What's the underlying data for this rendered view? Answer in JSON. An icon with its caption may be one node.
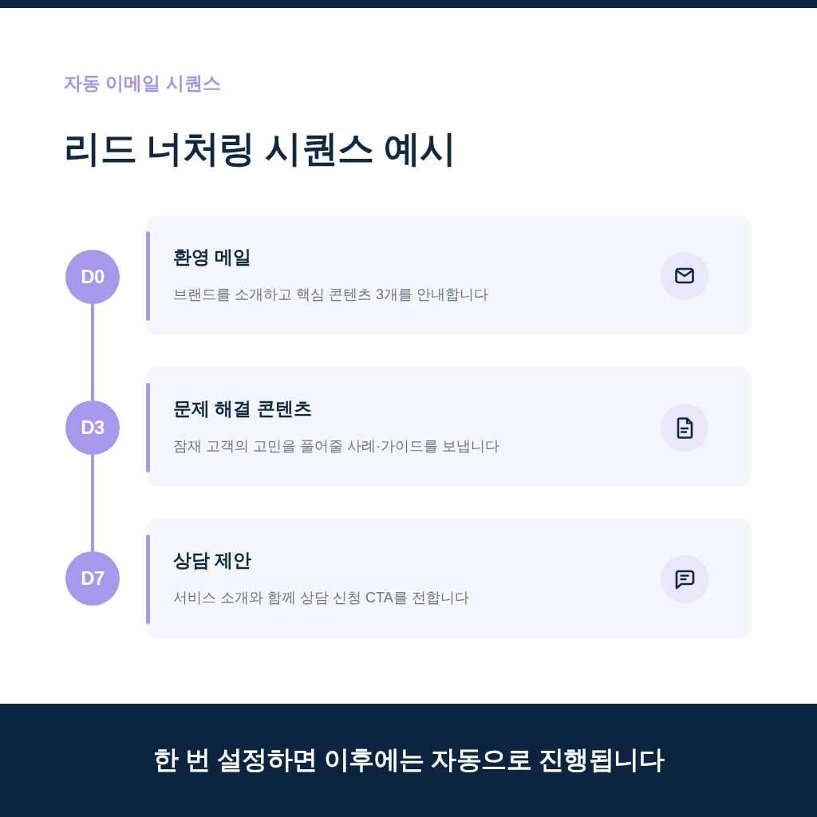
{
  "diagram": {
    "title": "리드 너처링 시퀀스 예시",
    "nodes": [
      {
        "text": [
          "D0"
        ]
      },
      {
        "text": [
          "환영 메일",
          "브랜드를 소개하고 핵심 콘텐츠 3개를 안내합니다"
        ]
      },
      {
        "text": [
          "D3"
        ]
      },
      {
        "text": [
          "문제 해결 콘텐츠",
          "잠재 고객의 고민을 풀어줄 사례·가이드를 보냅니다"
        ]
      },
      {
        "text": [
          "D7"
        ]
      },
      {
        "text": [
          "상담 제안",
          "서비스 소개와 함께 상담 신청 CTA를 전합니다"
        ]
      },
      {
        "text": [
          "한 번 설정하면 이후에는 자동으로 진행됩니다"
        ]
      }
    ],
    "edges": [
      {
        "from": 0,
        "to": 2,
        "arrow": "none"
      },
      {
        "from": 2,
        "to": 4,
        "arrow": "none"
      }
    ],
    "labels": [
      "자동 이메일 시퀀스"
    ]
  }
}
